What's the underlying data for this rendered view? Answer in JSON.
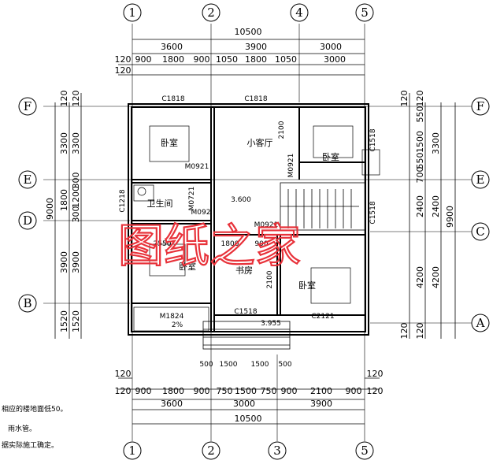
{
  "axes_top": [
    "1",
    "2",
    "4",
    "5"
  ],
  "axes_bottom": [
    "1",
    "2",
    "3",
    "5"
  ],
  "axes_left": [
    "F",
    "E",
    "D",
    "B"
  ],
  "axes_right": [
    "F",
    "E",
    "C",
    "A"
  ],
  "dims_top": {
    "total": "10500",
    "row2": [
      "3600",
      "3900",
      "3000"
    ],
    "row3": [
      "900",
      "1800",
      "900",
      "1050",
      "1800",
      "1050",
      "3000"
    ],
    "small": [
      "120",
      "120"
    ]
  },
  "dims_bottom": {
    "row1": [
      "900",
      "1800",
      "900",
      "750",
      "1500",
      "750",
      "900",
      "2100",
      "900"
    ],
    "row2": [
      "3600",
      "3000",
      "3900"
    ],
    "total": "10500",
    "small": [
      "120",
      "120",
      "120",
      "120"
    ]
  },
  "dims_left": {
    "outer": "9000",
    "mid": [
      "3300",
      "1800",
      "3900",
      "1520"
    ],
    "inner": [
      "3300",
      "1200",
      "300",
      "300",
      "3900",
      "1520"
    ],
    "small": [
      "120",
      "120"
    ]
  },
  "dims_right": {
    "outer": "9900",
    "mid": [
      "3300",
      "2400",
      "4200"
    ],
    "inner": [
      "550",
      "1500",
      "550",
      "700",
      "2400",
      "4200"
    ],
    "small": [
      "120",
      "120",
      "120",
      "120"
    ]
  },
  "rooms": {
    "bedroom_nw": "卧室",
    "small_living": "小客厅",
    "bedroom_ne": "卧室",
    "bathroom": "卫生间",
    "bedroom_sw": "卧室",
    "study": "书房",
    "bedroom_se": "卧室"
  },
  "labels": {
    "c1818_a": "C1818",
    "c1818_b": "C1818",
    "m0921_a": "M0921",
    "m0921_b": "M0921",
    "m0921_c": "M0921",
    "m0721": "M0721",
    "m092": "M092",
    "c1218": "C1218",
    "c1518_a": "C1518",
    "c1518_b": "C1518",
    "c1518_c": "C1518",
    "c2121": "C2121",
    "m1824": "M1824",
    "pct": "2%",
    "elev_a": "3.600",
    "elev_b": "3.955",
    "d2100_a": "2100",
    "d2100_b": "2100",
    "d900": "900",
    "d1800": "1800",
    "d2550": "2550",
    "stair_dims": [
      "500",
      "1500",
      "1500",
      "500"
    ]
  },
  "notes": [
    "相应的楼地面低50。",
    "雨水管。",
    "据实际施工确定。"
  ],
  "watermark": "图纸之家"
}
